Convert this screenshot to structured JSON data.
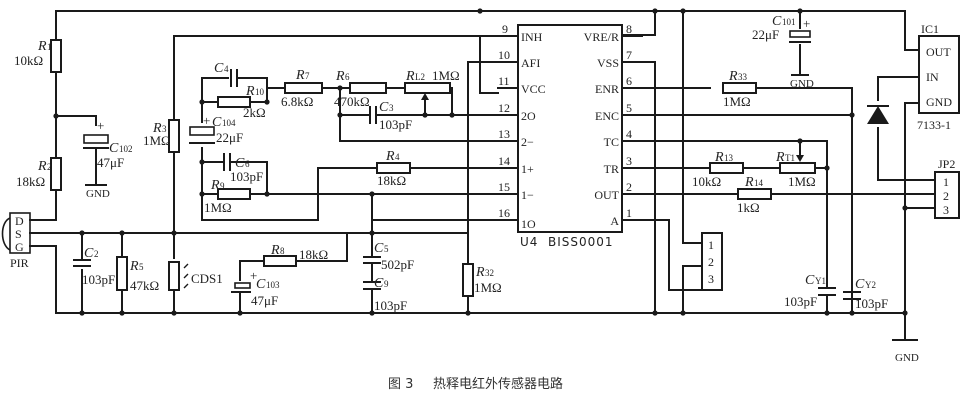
{
  "caption": {
    "figure_label": "图 3",
    "title": "热释电红外传感器电路"
  },
  "ic_main": {
    "ref": "U4",
    "part": "BISS0001",
    "left_pins": [
      {
        "num": "9",
        "name": "INH"
      },
      {
        "num": "10",
        "name": "AFI"
      },
      {
        "num": "11",
        "name": "VCC"
      },
      {
        "num": "12",
        "name": "2O"
      },
      {
        "num": "13",
        "name": "2−"
      },
      {
        "num": "14",
        "name": "1+"
      },
      {
        "num": "15",
        "name": "1−"
      },
      {
        "num": "16",
        "name": "1O"
      }
    ],
    "right_pins": [
      {
        "num": "8",
        "name": "VRE/R"
      },
      {
        "num": "7",
        "name": "VSS"
      },
      {
        "num": "6",
        "name": "ENR"
      },
      {
        "num": "5",
        "name": "ENC"
      },
      {
        "num": "4",
        "name": "TC"
      },
      {
        "num": "3",
        "name": "TR"
      },
      {
        "num": "2",
        "name": "OUT"
      },
      {
        "num": "1",
        "name": "A"
      }
    ]
  },
  "regulator": {
    "ref": "IC1",
    "part": "7133-1",
    "pins": [
      "OUT",
      "IN",
      "GND"
    ]
  },
  "pir": {
    "ref": "PIR",
    "pins": [
      "D",
      "S",
      "G"
    ]
  },
  "connectors": {
    "jp2": {
      "ref": "JP2",
      "pins": [
        "1",
        "2",
        "3"
      ]
    },
    "j_out": {
      "pins": [
        "1",
        "2",
        "3"
      ]
    }
  },
  "gnd_label": "GND",
  "resistors": {
    "R1": {
      "letter": "R",
      "sub": "1",
      "value": "10kΩ"
    },
    "R2": {
      "letter": "R",
      "sub": "2",
      "value": "18kΩ"
    },
    "R3": {
      "letter": "R",
      "sub": "3",
      "value": "1MΩ"
    },
    "R4": {
      "letter": "R",
      "sub": "4",
      "value": "18kΩ"
    },
    "R5": {
      "letter": "R",
      "sub": "5",
      "value": "47kΩ"
    },
    "R6": {
      "letter": "R",
      "sub": "6",
      "value": "470kΩ"
    },
    "R7": {
      "letter": "R",
      "sub": "7",
      "value": "6.8kΩ"
    },
    "R8": {
      "letter": "R",
      "sub": "8",
      "value": "18kΩ"
    },
    "R9": {
      "letter": "R",
      "sub": "9",
      "value": "1MΩ"
    },
    "R10": {
      "letter": "R",
      "sub": "10",
      "value": "2kΩ"
    },
    "R13": {
      "letter": "R",
      "sub": "13",
      "value": "10kΩ"
    },
    "R14": {
      "letter": "R",
      "sub": "14",
      "value": "1kΩ"
    },
    "R32": {
      "letter": "R",
      "sub": "32",
      "value": "1MΩ"
    },
    "R33": {
      "letter": "R",
      "sub": "33",
      "value": "1MΩ"
    },
    "RL2": {
      "letter": "R",
      "sub": "L2",
      "value": "1MΩ"
    },
    "RT1": {
      "letter": "R",
      "sub": "T1",
      "value": "1MΩ"
    }
  },
  "capacitors": {
    "C2": {
      "letter": "C",
      "sub": "2",
      "value": "103pF"
    },
    "C3": {
      "letter": "C",
      "sub": "3",
      "value": "103pF"
    },
    "C4": {
      "letter": "C",
      "sub": "4",
      "value": ""
    },
    "C5": {
      "letter": "C",
      "sub": "5",
      "value": "502pF"
    },
    "C6": {
      "letter": "C",
      "sub": "6",
      "value": "103pF"
    },
    "C9": {
      "letter": "C",
      "sub": "9",
      "value": "103pF"
    },
    "C101": {
      "letter": "C",
      "sub": "101",
      "value": "22μF"
    },
    "C102": {
      "letter": "C",
      "sub": "102",
      "value": "47μF"
    },
    "C103": {
      "letter": "C",
      "sub": "103",
      "value": "47μF"
    },
    "C104": {
      "letter": "C",
      "sub": "104",
      "value": "22μF"
    },
    "CY1": {
      "letter": "C",
      "sub": "Y1",
      "value": "103pF"
    },
    "CY2": {
      "letter": "C",
      "sub": "Y2",
      "value": "103pF"
    }
  },
  "ldr": {
    "ref": "CDS1"
  },
  "plus_sign": "+"
}
